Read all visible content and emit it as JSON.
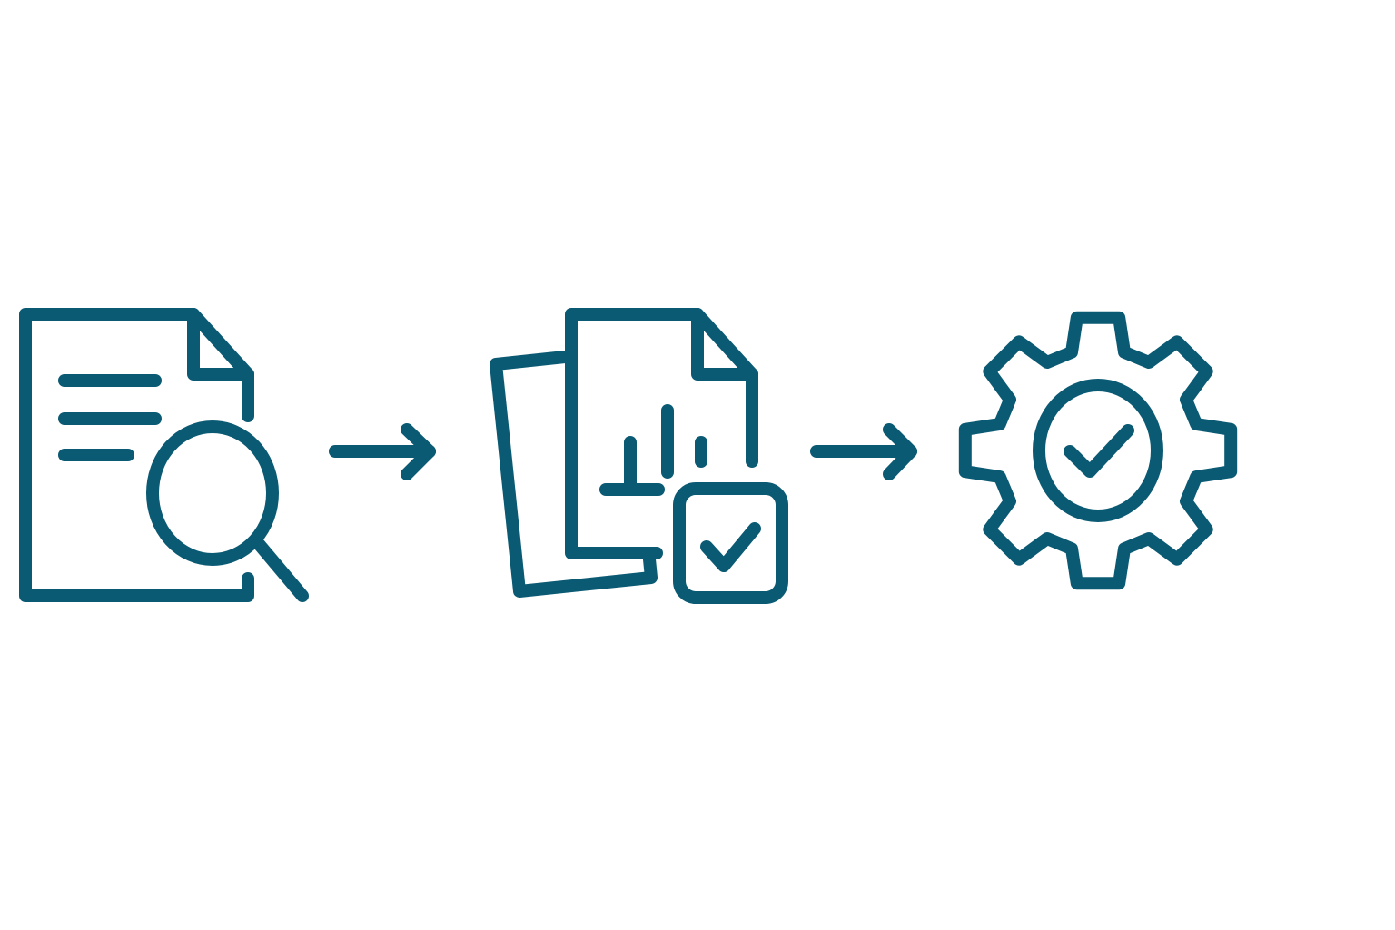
{
  "diagram": {
    "type": "process-flow",
    "colors": {
      "stroke": "#0b5a73",
      "background": "#ffffff"
    },
    "steps": [
      {
        "icon": "document-search-icon"
      },
      {
        "icon": "report-approval-icon"
      },
      {
        "icon": "gear-check-icon"
      }
    ],
    "connectors": [
      {
        "icon": "arrow-right-icon",
        "from": 1,
        "to": 2
      },
      {
        "icon": "arrow-right-icon",
        "from": 2,
        "to": 3
      }
    ]
  }
}
